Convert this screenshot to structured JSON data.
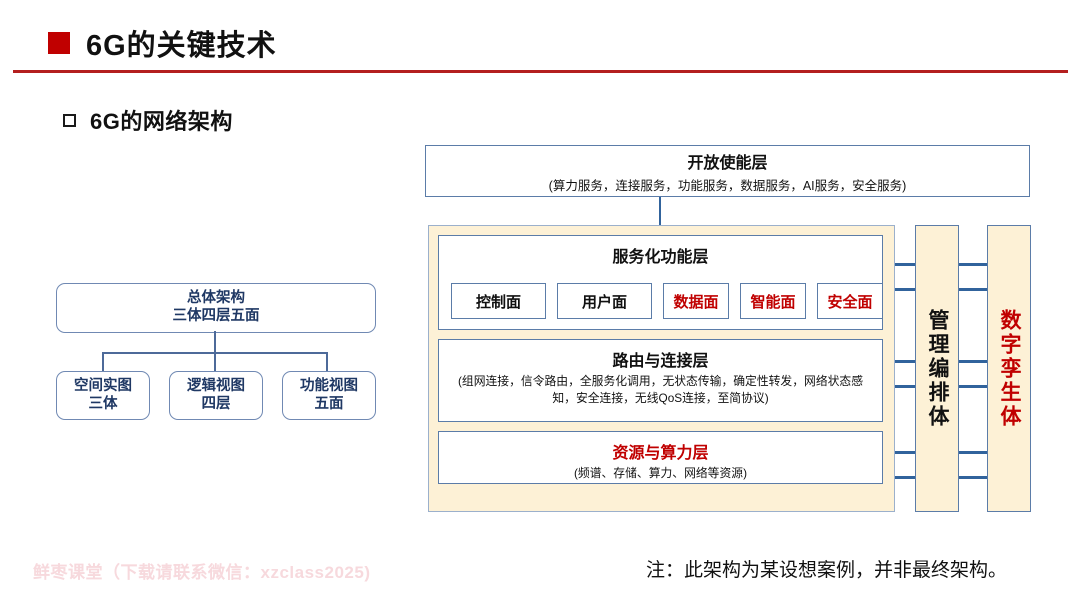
{
  "header": {
    "bullet": "filled-square",
    "title": "6G的关键技术",
    "rule_color": "#b41f1f"
  },
  "subheader": {
    "bullet": "hollow-square",
    "title": "6G的网络架构"
  },
  "left_tree": {
    "root": {
      "line1": "总体架构",
      "line2": "三体四层五面"
    },
    "leaves": [
      {
        "line1": "空间实图",
        "line2": "三体"
      },
      {
        "line1": "逻辑视图",
        "line2": "四层"
      },
      {
        "line1": "功能视图",
        "line2": "五面"
      }
    ],
    "text_color": "#1f3864",
    "border_color": "#7089b3"
  },
  "architecture": {
    "open_layer": {
      "title": "开放使能层",
      "subtitle": "(算力服务，连接服务，功能服务，数据服务，AI服务，安全服务)"
    },
    "service_layer": {
      "title": "服务化功能层",
      "chips": [
        {
          "label": "控制面",
          "color": "#111111",
          "size": "wide"
        },
        {
          "label": "用户面",
          "color": "#111111",
          "size": "wide"
        },
        {
          "label": "数据面",
          "color": "#c00000",
          "size": "narrow"
        },
        {
          "label": "智能面",
          "color": "#c00000",
          "size": "narrow"
        },
        {
          "label": "安全面",
          "color": "#c00000",
          "size": "narrow"
        }
      ]
    },
    "routing_layer": {
      "title": "路由与连接层",
      "subtitle": "(组网连接，信令路由，全服务化调用，无状态传输，确定性转发，网络状态感知，安全连接，无线QoS连接，至简协议)"
    },
    "resource_layer": {
      "title": "资源与算力层",
      "title_color": "#c00000",
      "subtitle": "(频谱、存储、算力、网络等资源)"
    },
    "side_bars": [
      {
        "label": "管理编排体",
        "color": "#111111"
      },
      {
        "label": "数字孪生体",
        "color": "#c00000"
      }
    ],
    "container_fill": "#fdf1d6",
    "border_color": "#5b7ca8",
    "connector_color": "#31639c"
  },
  "footer": {
    "watermark": "鲜枣课堂（下载请联系微信：xzclass2025)",
    "note": "注：此架构为某设想案例，并非最终架构。"
  }
}
